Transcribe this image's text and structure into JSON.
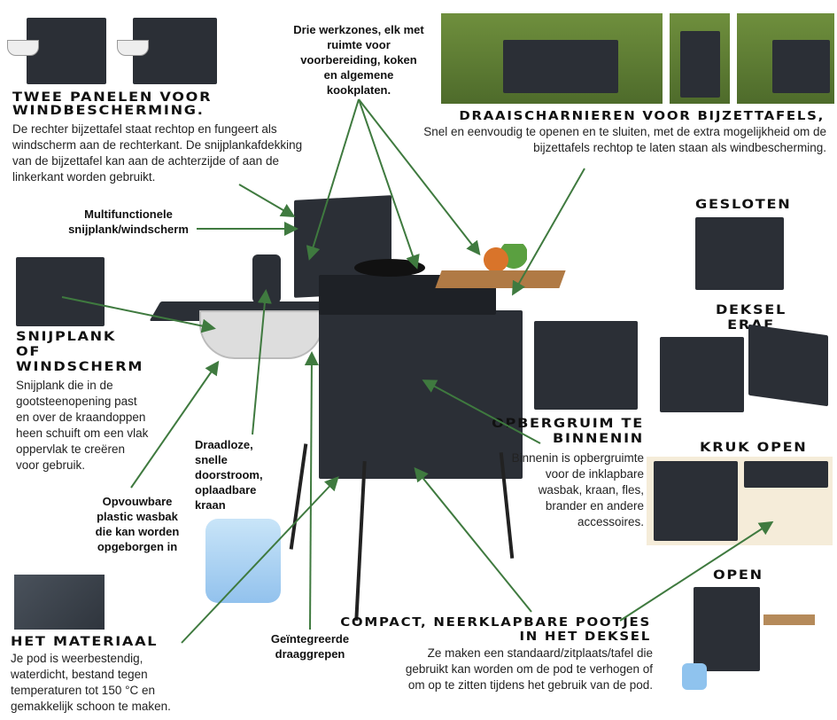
{
  "panels": {
    "title": "Twee panelen voor windbescherming.",
    "text": "De rechter bijzettafel staat rechtop en fungeert als windscherm aan de rechterkant. De snijplankafdekking van de bijzettafel kan aan de achterzijde of aan de linkerkant worden gebruikt."
  },
  "multi": {
    "label": "Multifunctionele snijplank/windscherm"
  },
  "zones": {
    "label": "Drie werkzones, elk met ruimte voor voorbereiding, koken en algemene kookplaten."
  },
  "hinges": {
    "title": "Draaischarnieren voor bijzettafels,",
    "text": "Snel en eenvoudig te openen en te sluiten, met de extra mogelijkheid om de bijzettafels rechtop te laten staan als windbescherming."
  },
  "board": {
    "title": "Snijplank of windscherm",
    "text": "Snijplank die in de gootsteenopening past en over de kraandoppen heen schuift om een vlak oppervlak te creëren voor gebruik."
  },
  "sink": {
    "label": "Opvouwbare plastic wasbak die kan worden opgeborgen in"
  },
  "tap": {
    "label": "Draadloze, snelle doorstroom, oplaadbare kraan"
  },
  "handles": {
    "label": "Geïntegreerde draaggrepen"
  },
  "material": {
    "title": "Het materiaal",
    "text": "Je pod is weerbestendig, waterdicht, bestand tegen temperaturen tot 150 °C en gemakkelijk schoon te maken."
  },
  "storage": {
    "title": "Opbergruim te binnenin",
    "text": "Binnenin is opbergruimte voor de inklapbare wasbak, kraan, fles, brander en andere accessoires."
  },
  "legs": {
    "title": "Compact, neerklapbare pootjes in het deksel",
    "text": "Ze maken een standaard/zitplaats/tafel die gebruikt kan worden om de pod te verhogen of om op te zitten tijdens het gebruik van de pod."
  },
  "states": {
    "closed": "Gesloten",
    "lid_off": "Deksel eraf",
    "stool": "Kruk open",
    "open": "Open"
  },
  "colors": {
    "arrow": "#3f7a3f",
    "pod": "#2b2f36"
  }
}
